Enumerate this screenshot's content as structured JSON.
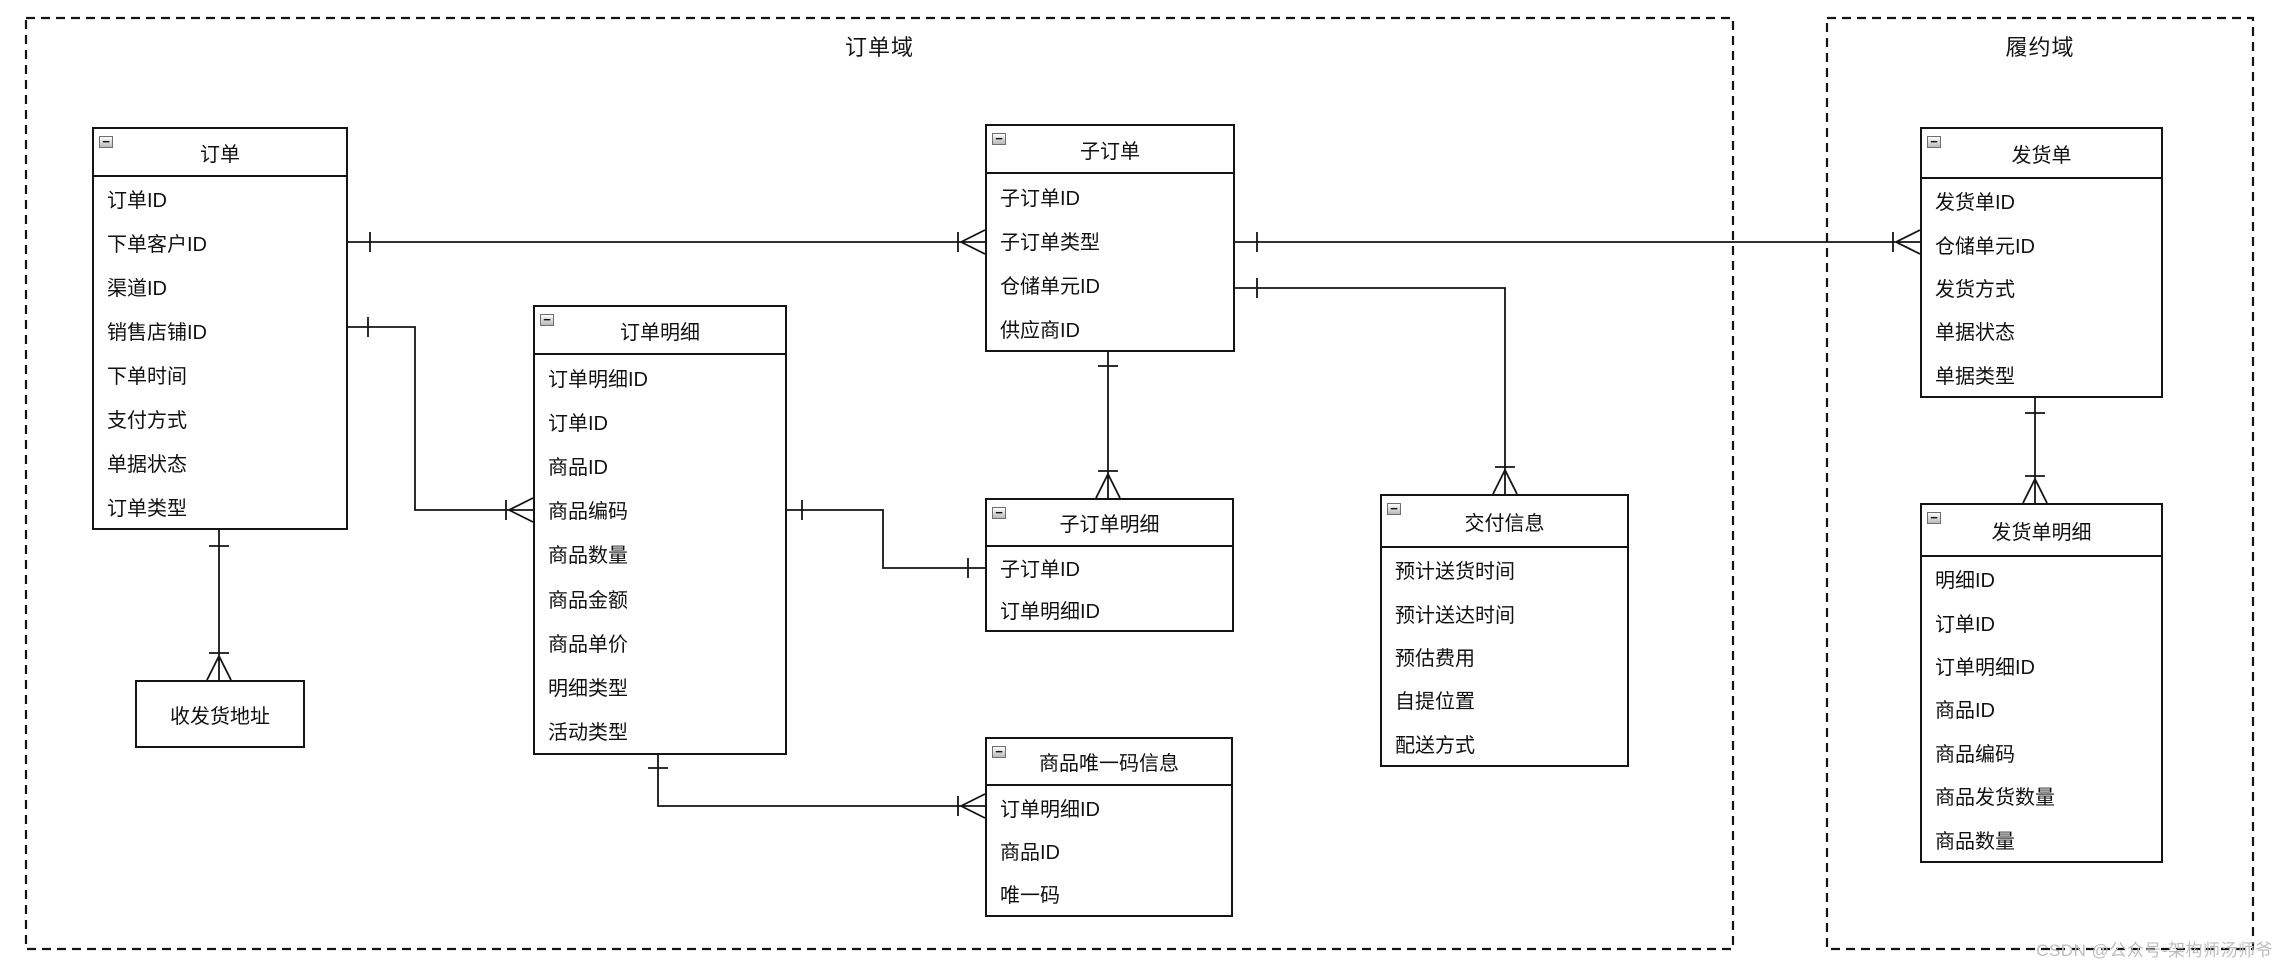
{
  "diagram": {
    "domains": [
      {
        "id": "order-domain",
        "label": "订单域"
      },
      {
        "id": "fulfillment-domain",
        "label": "履约域"
      }
    ],
    "entities": [
      {
        "id": "order",
        "title": "订单",
        "fields": [
          "订单ID",
          "下单客户ID",
          "渠道ID",
          "销售店铺ID",
          "下单时间",
          "支付方式",
          "单据状态",
          "订单类型"
        ]
      },
      {
        "id": "order-detail",
        "title": "订单明细",
        "fields": [
          "订单明细ID",
          "订单ID",
          "商品ID",
          "商品编码",
          "商品数量",
          "商品金额",
          "商品单价",
          "明细类型",
          "活动类型"
        ]
      },
      {
        "id": "sub-order",
        "title": "子订单",
        "fields": [
          "子订单ID",
          "子订单类型",
          "仓储单元ID",
          "供应商ID"
        ]
      },
      {
        "id": "sub-order-detail",
        "title": "子订单明细",
        "fields": [
          "子订单ID",
          "订单明细ID"
        ]
      },
      {
        "id": "delivery-info",
        "title": "交付信息",
        "fields": [
          "预计送货时间",
          "预计送达时间",
          "预估费用",
          "自提位置",
          "配送方式"
        ]
      },
      {
        "id": "product-unique-code",
        "title": "商品唯一码信息",
        "fields": [
          "订单明细ID",
          "商品ID",
          "唯一码"
        ]
      },
      {
        "id": "shipping-address",
        "title": "收发货地址",
        "fields": []
      },
      {
        "id": "shipment",
        "title": "发货单",
        "fields": [
          "发货单ID",
          "仓储单元ID",
          "发货方式",
          "单据状态",
          "单据类型"
        ]
      },
      {
        "id": "shipment-detail",
        "title": "发货单明细",
        "fields": [
          "明细ID",
          "订单ID",
          "订单明细ID",
          "商品ID",
          "商品编码",
          "商品发货数量",
          "商品数量"
        ]
      }
    ],
    "relationships": [
      {
        "id": "order-suborder",
        "from": "订单",
        "to": "子订单",
        "cardinality": "1:N"
      },
      {
        "id": "order-orderdetail",
        "from": "订单",
        "to": "订单明细",
        "cardinality": "1:N"
      },
      {
        "id": "order-address",
        "from": "订单",
        "to": "收发货地址",
        "cardinality": "1:N"
      },
      {
        "id": "orderdetail-suborderdetail",
        "from": "订单明细",
        "to": "子订单明细",
        "cardinality": "1:1"
      },
      {
        "id": "orderdetail-uniquecode",
        "from": "订单明细",
        "to": "商品唯一码信息",
        "cardinality": "1:N"
      },
      {
        "id": "suborder-suborderdetail",
        "from": "子订单",
        "to": "子订单明细",
        "cardinality": "1:N"
      },
      {
        "id": "suborder-shipment",
        "from": "子订单",
        "to": "发货单",
        "cardinality": "1:N"
      },
      {
        "id": "suborder-deliveryinfo",
        "from": "子订单",
        "to": "交付信息",
        "cardinality": "1:N"
      },
      {
        "id": "shipment-shipmentdetail",
        "from": "发货单",
        "to": "发货单明细",
        "cardinality": "1:N"
      }
    ],
    "collapse_icon": "−",
    "watermark": "CSDN @公众号-架构师汤师爷",
    "colors": {
      "line": "#141414",
      "background": "#ffffff",
      "watermark": "#bdbdbd",
      "collapse_bg": "#c9c9c9"
    }
  }
}
